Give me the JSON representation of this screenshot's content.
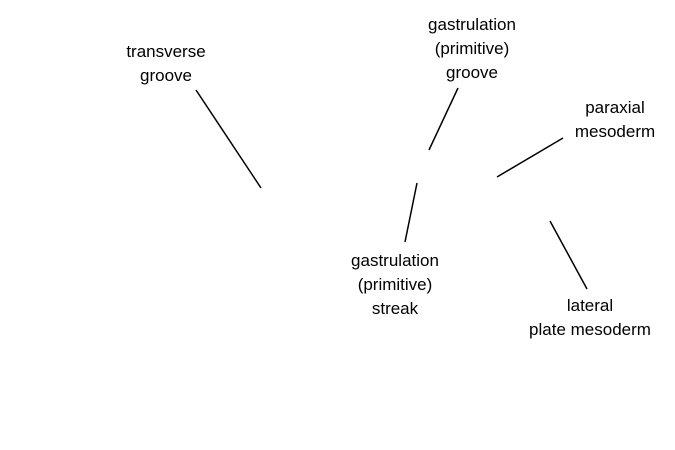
{
  "labels": {
    "transverse_groove": [
      "transverse",
      "groove"
    ],
    "gastrulation_groove": [
      "gastrulation",
      "(primitive)",
      "groove"
    ],
    "paraxial_mesoderm": [
      "paraxial",
      "mesoderm"
    ],
    "gastrulation_streak": [
      "gastrulation",
      "(primitive)",
      "streak"
    ],
    "lateral_plate_mesoderm": [
      "lateral",
      "plate mesoderm"
    ]
  },
  "colors": {
    "text": "#000000",
    "leader_line": "#000000",
    "background": "#ffffff"
  }
}
